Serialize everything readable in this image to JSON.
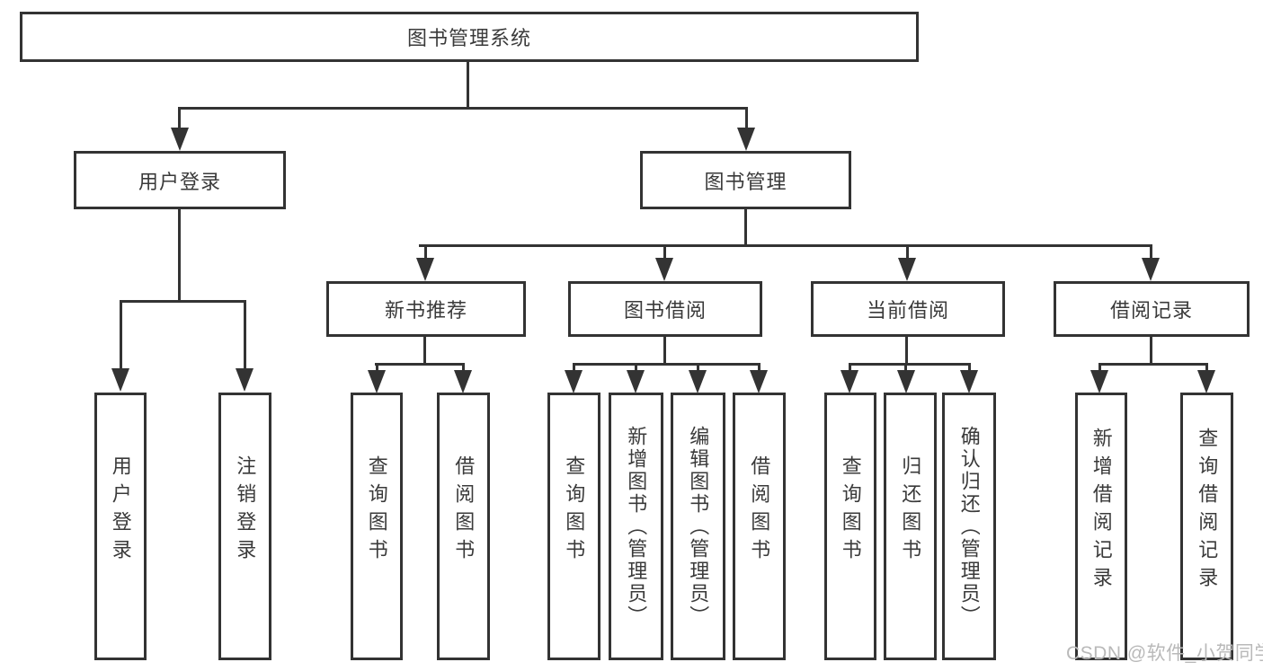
{
  "diagram_title": "图书管理系统",
  "root": {
    "label": "图书管理系统"
  },
  "level2": [
    {
      "label": "用户登录"
    },
    {
      "label": "图书管理"
    }
  ],
  "level3": [
    {
      "label": "新书推荐",
      "parent": "图书管理"
    },
    {
      "label": "图书借阅",
      "parent": "图书管理"
    },
    {
      "label": "当前借阅",
      "parent": "图书管理"
    },
    {
      "label": "借阅记录",
      "parent": "图书管理"
    }
  ],
  "leaves": [
    {
      "label": "用户登录",
      "parent": "用户登录"
    },
    {
      "label": "注销登录",
      "parent": "用户登录"
    },
    {
      "label": "查询图书",
      "parent": "新书推荐"
    },
    {
      "label": "借阅图书",
      "parent": "新书推荐"
    },
    {
      "label": "查询图书",
      "parent": "图书借阅"
    },
    {
      "label": "新增图书（管理员）",
      "parent": "图书借阅"
    },
    {
      "label": "编辑图书（管理员）",
      "parent": "图书借阅"
    },
    {
      "label": "借阅图书",
      "parent": "图书借阅"
    },
    {
      "label": "查询图书",
      "parent": "当前借阅"
    },
    {
      "label": "归还图书",
      "parent": "当前借阅"
    },
    {
      "label": "确认归还（管理员）",
      "parent": "当前借阅"
    },
    {
      "label": "新增借阅记录",
      "parent": "借阅记录"
    },
    {
      "label": "查询借阅记录",
      "parent": "借阅记录"
    }
  ],
  "watermark": {
    "text": "CSDN @软件_小贺同学"
  },
  "colors": {
    "line": "#333333",
    "box_border": "#333333",
    "text": "#3a3a3a",
    "background": "#ffffff",
    "watermark": "#b9b9b9"
  }
}
